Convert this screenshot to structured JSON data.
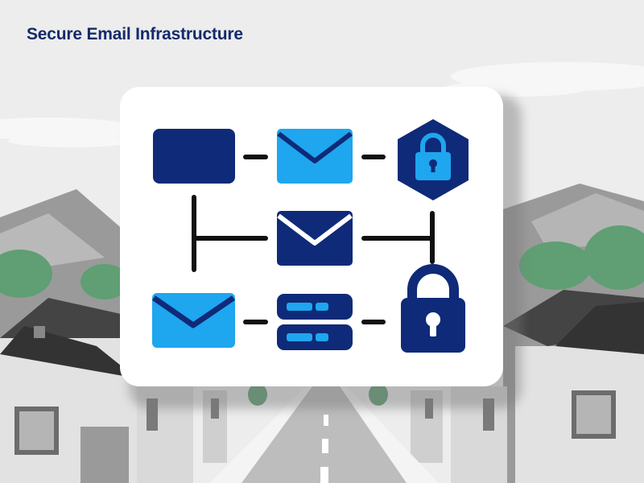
{
  "title": "Secure Email Infrastructure",
  "colors": {
    "navy": "#0f2a78",
    "sky": "#1ea6ef",
    "line": "#111111",
    "card": "#ffffff",
    "background": "#ededed"
  },
  "diagram": {
    "nodes": [
      {
        "id": "message-block",
        "icon": "rectangle-block",
        "color": "navy"
      },
      {
        "id": "envelope-top",
        "icon": "envelope-icon",
        "color": "sky"
      },
      {
        "id": "shield-lock",
        "icon": "hexagon-lock-icon",
        "color": "navy"
      },
      {
        "id": "envelope-center",
        "icon": "envelope-icon",
        "color": "navy"
      },
      {
        "id": "envelope-bottom",
        "icon": "envelope-icon",
        "color": "sky"
      },
      {
        "id": "server",
        "icon": "server-icon",
        "color": "navy"
      },
      {
        "id": "padlock",
        "icon": "padlock-icon",
        "color": "navy"
      }
    ]
  }
}
